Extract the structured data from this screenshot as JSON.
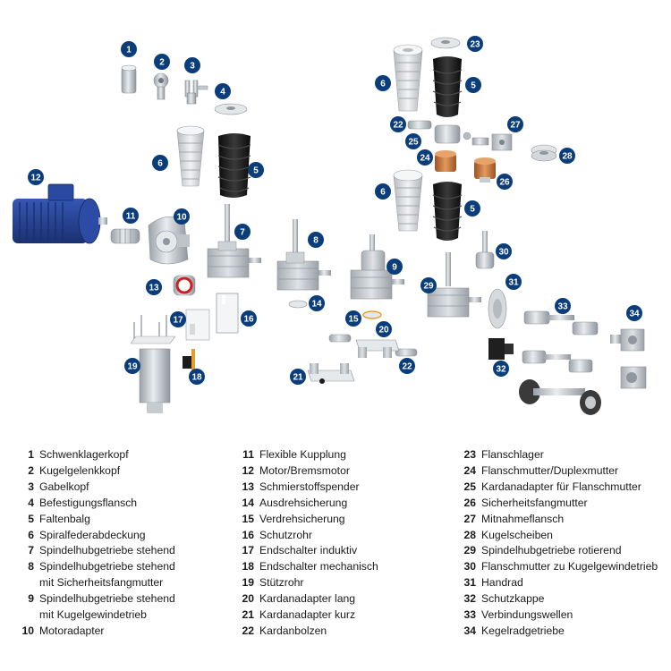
{
  "colors": {
    "badge": "#0b3d7a",
    "motor": "#25489c",
    "bellows": "#1c1c1c",
    "metal": "#c9ced4",
    "spiral": "#d9dcdf",
    "bronze": "#c87533"
  },
  "badges": [
    "1",
    "2",
    "3",
    "4",
    "5",
    "6",
    "12",
    "11",
    "10",
    "7",
    "8",
    "13",
    "14",
    "16",
    "17",
    "18",
    "19",
    "9",
    "15",
    "20",
    "21",
    "22",
    "23",
    "6",
    "5",
    "22",
    "25",
    "27",
    "28",
    "24",
    "26",
    "6",
    "5",
    "30",
    "29",
    "31",
    "33",
    "34",
    "32"
  ],
  "legend": [
    [
      {
        "num": "1",
        "lines": [
          "Schwenklagerkopf"
        ]
      },
      {
        "num": "2",
        "lines": [
          "Kugelgelenkkopf"
        ]
      },
      {
        "num": "3",
        "lines": [
          "Gabelkopf"
        ]
      },
      {
        "num": "4",
        "lines": [
          "Befestigungsflansch"
        ]
      },
      {
        "num": "5",
        "lines": [
          "Faltenbalg"
        ]
      },
      {
        "num": "6",
        "lines": [
          "Spiralfederabdeckung"
        ]
      },
      {
        "num": "7",
        "lines": [
          "Spindelhubgetriebe stehend"
        ]
      },
      {
        "num": "8",
        "lines": [
          "Spindelhubgetriebe stehend",
          "mit Sicherheitsfangmutter"
        ]
      },
      {
        "num": "9",
        "lines": [
          "Spindelhubgetriebe stehend",
          "mit Kugelgewindetrieb"
        ]
      },
      {
        "num": "10",
        "lines": [
          "Motoradapter"
        ]
      }
    ],
    [
      {
        "num": "11",
        "lines": [
          "Flexible Kupplung"
        ]
      },
      {
        "num": "12",
        "lines": [
          "Motor/Bremsmotor"
        ]
      },
      {
        "num": "13",
        "lines": [
          "Schmierstoffspender"
        ]
      },
      {
        "num": "14",
        "lines": [
          "Ausdrehsicherung"
        ]
      },
      {
        "num": "15",
        "lines": [
          "Verdrehsicherung"
        ]
      },
      {
        "num": "16",
        "lines": [
          "Schutzrohr"
        ]
      },
      {
        "num": "17",
        "lines": [
          "Endschalter induktiv"
        ]
      },
      {
        "num": "18",
        "lines": [
          "Endschalter mechanisch"
        ]
      },
      {
        "num": "19",
        "lines": [
          "Stützrohr"
        ]
      },
      {
        "num": "20",
        "lines": [
          "Kardanadapter lang"
        ]
      },
      {
        "num": "21",
        "lines": [
          "Kardanadapter kurz"
        ]
      },
      {
        "num": "22",
        "lines": [
          "Kardanbolzen"
        ]
      }
    ],
    [
      {
        "num": "23",
        "lines": [
          "Flanschlager"
        ]
      },
      {
        "num": "24",
        "lines": [
          "Flanschmutter/Duplexmutter"
        ]
      },
      {
        "num": "25",
        "lines": [
          "Kardanadapter für Flanschmutter"
        ]
      },
      {
        "num": "26",
        "lines": [
          "Sicherheitsfangmutter"
        ]
      },
      {
        "num": "27",
        "lines": [
          "Mitnahmeflansch"
        ]
      },
      {
        "num": "28",
        "lines": [
          "Kugelscheiben"
        ]
      },
      {
        "num": "29",
        "lines": [
          "Spindelhubgetriebe rotierend"
        ]
      },
      {
        "num": "30",
        "lines": [
          "Flanschmutter zu Kugelgewindetrieb"
        ]
      },
      {
        "num": "31",
        "lines": [
          "Handrad"
        ]
      },
      {
        "num": "32",
        "lines": [
          "Schutzkappe"
        ]
      },
      {
        "num": "33",
        "lines": [
          "Verbindungswellen"
        ]
      },
      {
        "num": "34",
        "lines": [
          "Kegelradgetriebe"
        ]
      }
    ]
  ]
}
